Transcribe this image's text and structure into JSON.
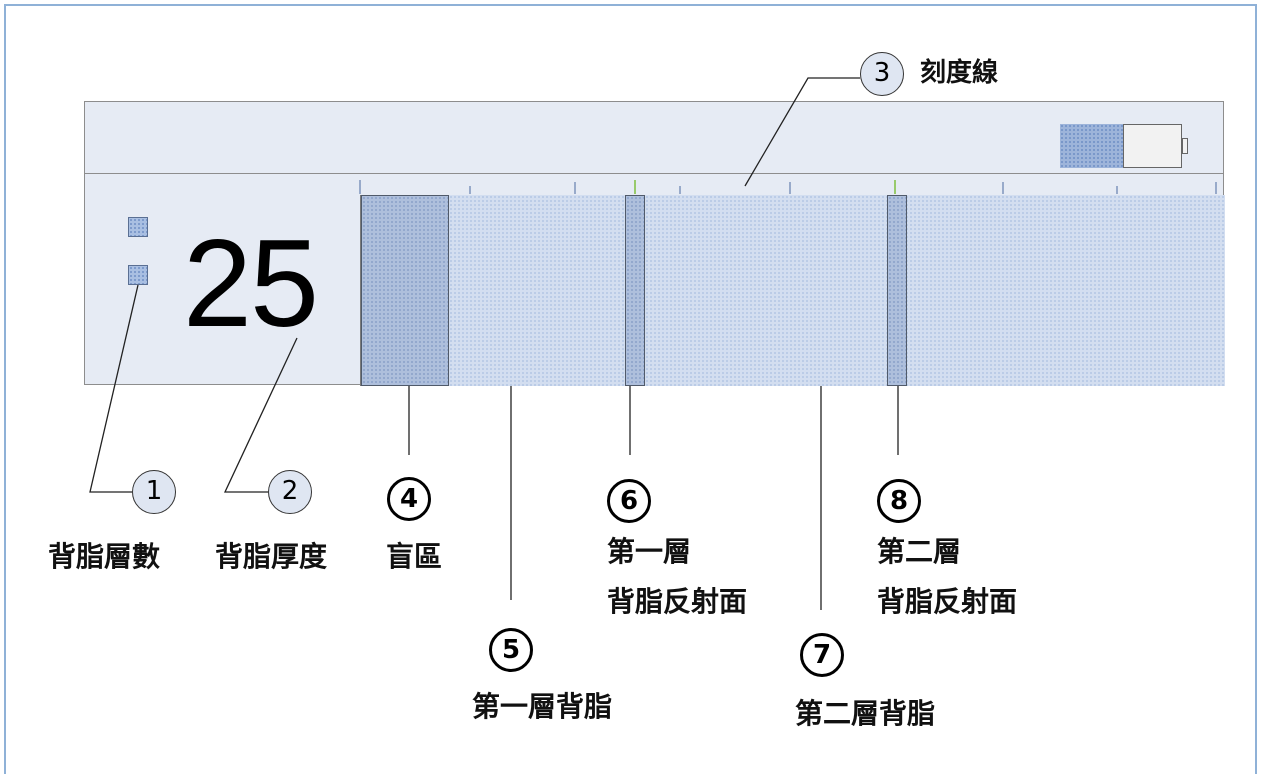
{
  "display": {
    "layer_count_caption": "背脂層數",
    "thickness_value": "25"
  },
  "callouts": [
    {
      "num": "1",
      "label": "背脂層數"
    },
    {
      "num": "2",
      "label": "背脂厚度"
    },
    {
      "num": "3",
      "label": "刻度線"
    },
    {
      "num": "4",
      "label": "盲區"
    },
    {
      "num": "5",
      "label": "第一層背脂"
    },
    {
      "num": "6",
      "label_line1": "第一層",
      "label_line2": "背脂反射面"
    },
    {
      "num": "7",
      "label": "第二層背脂"
    },
    {
      "num": "8",
      "label_line1": "第二層",
      "label_line2": "背脂反射面"
    }
  ],
  "colors": {
    "frame_border": "#8fb1d7",
    "screen_bg": "#e6ebf4",
    "scan_fill": "#d3def0",
    "reflect_fill": "#aebfdc",
    "tick_green": "#7fbf3f"
  }
}
